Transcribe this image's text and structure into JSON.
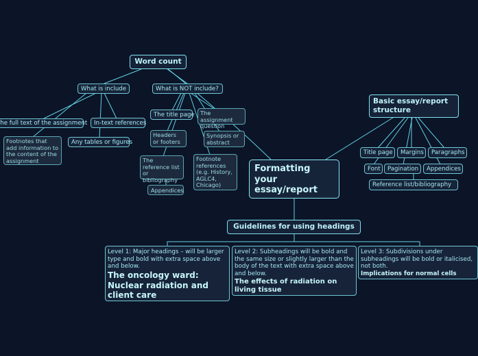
{
  "center": {
    "title": "Formatting your essay/report"
  },
  "word_count": {
    "title": "Word count",
    "include": {
      "label": "What is include",
      "items": [
        "The full text of the assignment",
        "In-text references",
        "Footnotes that add information to the content of the assignment",
        "Any tables or figures"
      ]
    },
    "not_include": {
      "label": "What is NOT include?",
      "items": [
        "The title page",
        "The assignment question",
        "Headers or footers",
        "Synopsis or abstract",
        "The reference list or bibliography",
        "Footnote references (e.g. History, AGLC4, Chicago)",
        "Appendices"
      ]
    }
  },
  "basic_structure": {
    "title": "Basic essay/report structure",
    "items": [
      "Title page",
      "Margins",
      "Paragraphs",
      "Font",
      "Pagination",
      "Appendices"
    ],
    "sub_items": [
      "Reference list/bibliography"
    ]
  },
  "headings": {
    "title": "Guidelines for using headings",
    "levels": [
      {
        "text": "Level 1: Major headings – will be larger type and bold with extra space above and below.",
        "example": "The oncology ward: Nuclear radiation and client care"
      },
      {
        "text": "Level 2: Subheadings will be bold and the same size or slightly larger than the body of the text with extra space above and below.",
        "example": "The effects of radiation on living tissue"
      },
      {
        "text": "Level 3: Subdivisions under subheadings will be bold or italicised, not both.",
        "example": "Implications for normal cells"
      }
    ]
  }
}
